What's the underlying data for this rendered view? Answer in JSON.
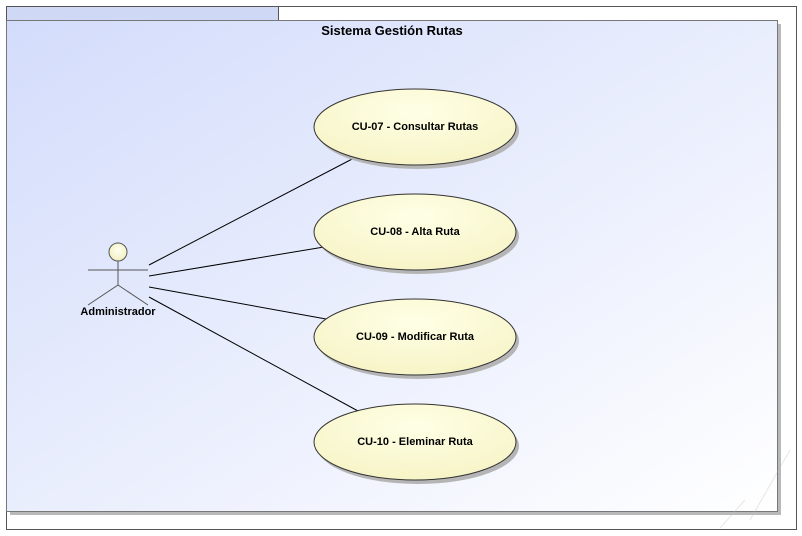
{
  "system": {
    "title": "Sistema Gestión Rutas"
  },
  "actor": {
    "name": "Administrador"
  },
  "use_cases": [
    {
      "label": "CU-07 - Consultar Rutas"
    },
    {
      "label": "CU-08 - Alta Ruta"
    },
    {
      "label": "CU-09 - Modificar Ruta"
    },
    {
      "label": "CU-10 - Eleminar Ruta"
    }
  ],
  "colors": {
    "boundary_gradient_start": "#d3dcfb",
    "boundary_gradient_end": "#ffffff",
    "use_case_fill": "#ffffdc",
    "use_case_shade": "#f4f1bf",
    "actor_head_fill": "#fffde0"
  }
}
